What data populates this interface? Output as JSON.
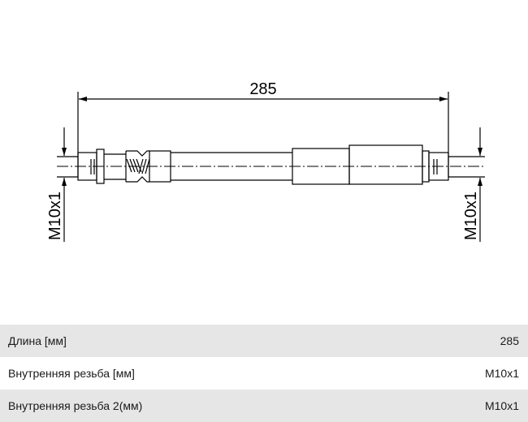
{
  "drawing": {
    "length_label": "285",
    "left_thread_label": "M10x1",
    "right_thread_label": "M10x1"
  },
  "specs": [
    {
      "label": "Длина [мм]",
      "value": "285"
    },
    {
      "label": "Внутренняя резьба [мм]",
      "value": "M10x1"
    },
    {
      "label": "Внутренняя резьба 2(мм)",
      "value": "M10x1"
    }
  ]
}
